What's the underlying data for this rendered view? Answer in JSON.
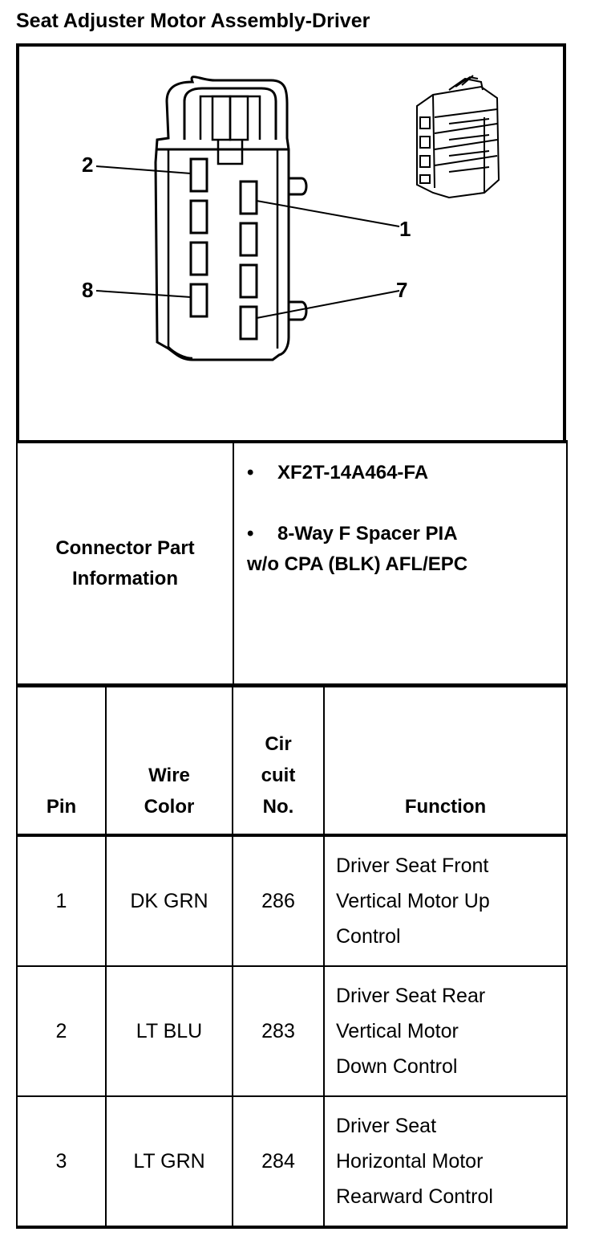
{
  "title": "Seat Adjuster Motor Assembly-Driver",
  "diagram": {
    "pin_callouts": [
      "2",
      "1",
      "8",
      "7"
    ]
  },
  "connector_info": {
    "label_line1": "Connector Part",
    "label_line2": "Information",
    "items": [
      {
        "bullet": "•",
        "line1": "XF2T-14A464-FA",
        "line2": ""
      },
      {
        "bullet": "•",
        "line1": "8-Way F Spacer PIA",
        "line2": "w/o CPA (BLK) AFL/EPC"
      }
    ]
  },
  "pin_table": {
    "headers": {
      "pin": "Pin",
      "wire_color_l1": "Wire",
      "wire_color_l2": "Color",
      "circuit_l1": "Cir",
      "circuit_l2": "cuit",
      "circuit_l3": "No.",
      "function": "Function"
    },
    "rows": [
      {
        "pin": "1",
        "wire_color": "DK GRN",
        "circuit": "286",
        "function_lines": [
          "Driver Seat Front",
          "Vertical Motor Up",
          "Control"
        ]
      },
      {
        "pin": "2",
        "wire_color": "LT BLU",
        "circuit": "283",
        "function_lines": [
          "Driver Seat Rear",
          "Vertical Motor",
          "Down Control"
        ]
      },
      {
        "pin": "3",
        "wire_color": "LT GRN",
        "circuit": "284",
        "function_lines": [
          "Driver Seat",
          "Horizontal Motor",
          "Rearward Control"
        ]
      }
    ]
  }
}
